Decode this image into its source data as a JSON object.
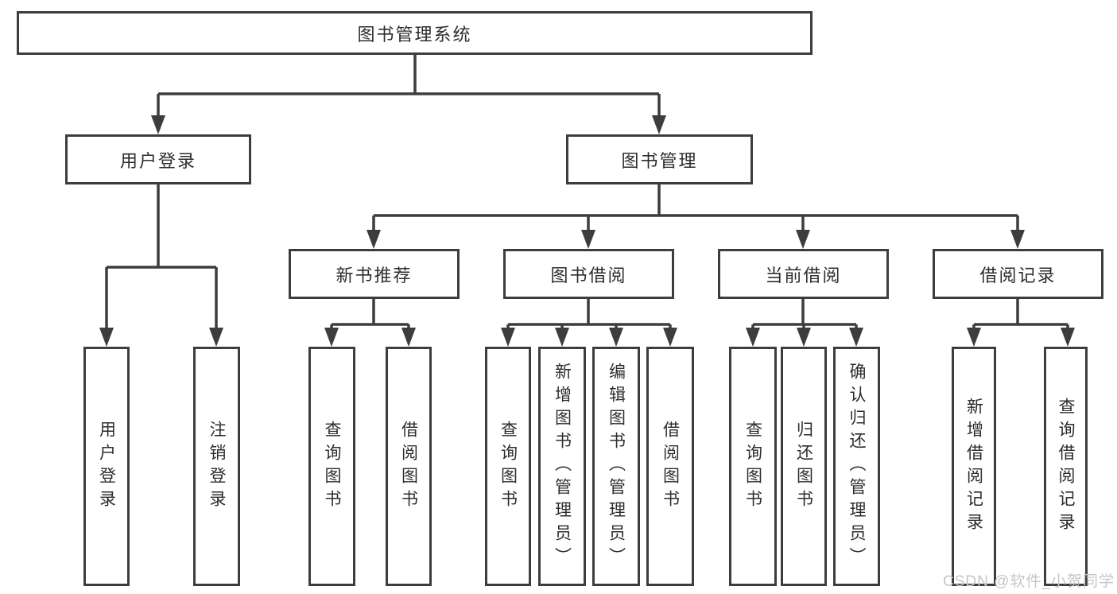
{
  "diagram": {
    "type": "tree",
    "root": {
      "label": "图书管理系统"
    },
    "level2": [
      {
        "label": "用户登录",
        "parent": "图书管理系统"
      },
      {
        "label": "图书管理",
        "parent": "图书管理系统"
      }
    ],
    "level3": [
      {
        "label": "新书推荐",
        "parent": "图书管理"
      },
      {
        "label": "图书借阅",
        "parent": "图书管理"
      },
      {
        "label": "当前借阅",
        "parent": "图书管理"
      },
      {
        "label": "借阅记录",
        "parent": "图书管理"
      }
    ],
    "leaves": [
      {
        "label": "用户登录",
        "parent": "用户登录"
      },
      {
        "label": "注销登录",
        "parent": "用户登录"
      },
      {
        "label": "查询图书",
        "parent": "新书推荐"
      },
      {
        "label": "借阅图书",
        "parent": "新书推荐"
      },
      {
        "label": "查询图书",
        "parent": "图书借阅"
      },
      {
        "label": "新增图书（管理员）",
        "parent": "图书借阅"
      },
      {
        "label": "编辑图书（管理员）",
        "parent": "图书借阅"
      },
      {
        "label": "借阅图书",
        "parent": "图书借阅"
      },
      {
        "label": "查询图书",
        "parent": "当前借阅"
      },
      {
        "label": "归还图书",
        "parent": "当前借阅"
      },
      {
        "label": "确认归还（管理员）",
        "parent": "当前借阅"
      },
      {
        "label": "新增借阅记录",
        "parent": "借阅记录"
      },
      {
        "label": "查询借阅记录",
        "parent": "借阅记录"
      }
    ]
  },
  "watermark": {
    "text": "CSDN @软件_小贺同学"
  },
  "colors": {
    "line": "#3d3d3d",
    "text": "#2d2d2d",
    "box_background": "#ffffff",
    "watermark": "#c6c6c6"
  }
}
